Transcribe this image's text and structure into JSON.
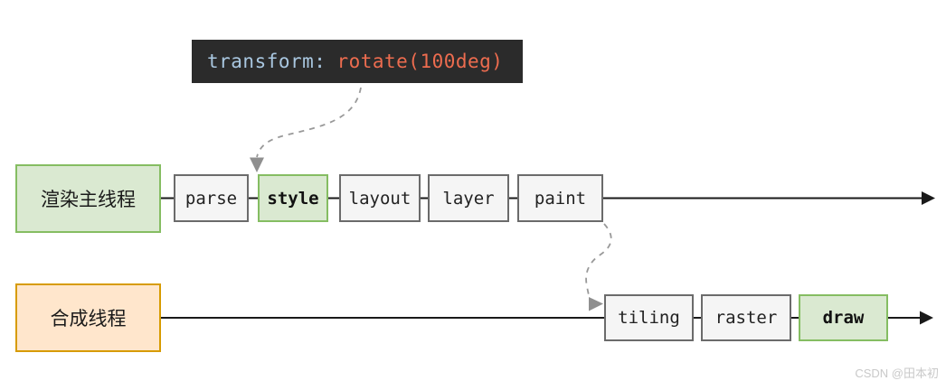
{
  "code_snippet": {
    "property": "transform:",
    "value": "rotate(100deg)"
  },
  "main_thread": {
    "label": "渲染主线程",
    "stages": [
      {
        "label": "parse",
        "highlighted": false
      },
      {
        "label": "style",
        "highlighted": true
      },
      {
        "label": "layout",
        "highlighted": false
      },
      {
        "label": "layer",
        "highlighted": false
      },
      {
        "label": "paint",
        "highlighted": false
      }
    ]
  },
  "compositor_thread": {
    "label": "合成线程",
    "stages": [
      {
        "label": "tiling",
        "highlighted": false
      },
      {
        "label": "raster",
        "highlighted": false
      },
      {
        "label": "draw",
        "highlighted": true
      }
    ]
  },
  "annotations": {
    "code_to_style_arrow": "dashed arrow from code snippet to style stage",
    "paint_to_tiling_arrow": "dashed arrow from paint stage to tiling stage"
  },
  "watermark": "CSDN @田本初",
  "colors": {
    "highlight_fill": "#dae9d1",
    "highlight_border": "#85bd62",
    "stage_fill": "#f5f5f5",
    "stage_border": "#6b6b6b",
    "thread_orange_fill": "#ffe6cc",
    "thread_orange_border": "#d79b00",
    "code_background": "#2b2b2b",
    "code_property_color": "#a9c7e0",
    "code_value_color": "#ed6c4f",
    "timeline_color": "#1a1a1a",
    "dashed_arrow_color": "#999999"
  }
}
